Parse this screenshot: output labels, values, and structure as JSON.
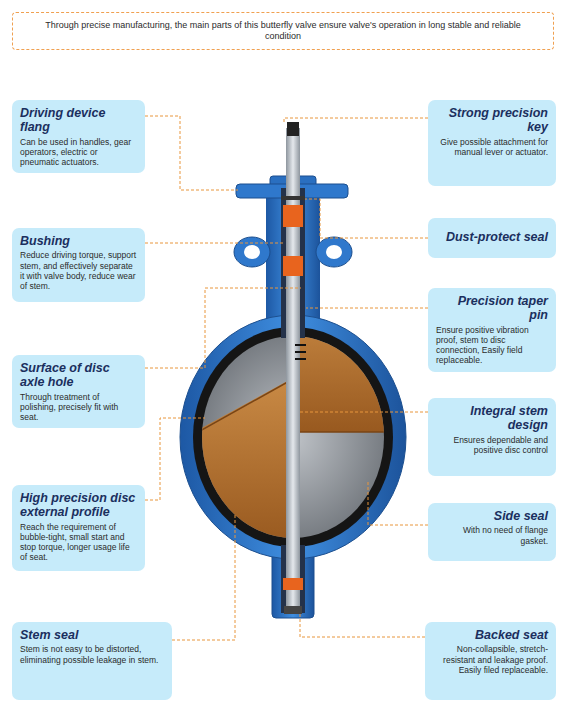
{
  "diagram": {
    "nodes": [
      {
        "text": [
          "Through precise manufacturing, the main parts of this butterfly valve ensure valve's operation in long stable and reliable condition"
        ]
      },
      {
        "text": [
          "Driving device flang",
          "Can be used in handles, gear operators, electric or pneumatic actuators."
        ]
      },
      {
        "text": [
          "Strong precision key",
          "Give possible attachment for manual lever or actuator."
        ]
      },
      {
        "text": [
          "Dust-protect seal"
        ]
      },
      {
        "text": [
          "Bushing",
          "Reduce driving torque, support stem, and effectively separate it with valve body, reduce wear of stem."
        ]
      },
      {
        "text": [
          "Precision taper pin",
          "Ensure positive vibration proof, stem to disc connection, Easily field replaceable."
        ]
      },
      {
        "text": [
          "Surface of disc axle hole",
          "Through treatment of polishing, precisely fit with seat."
        ]
      },
      {
        "text": [
          "Integral stem design",
          "Ensures dependable and positive disc control"
        ]
      },
      {
        "text": [
          "High precision disc external profile",
          "Reach the requirement of bubble-tight, small start and stop torque, longer usage life of seat."
        ]
      },
      {
        "text": [
          "Side seal",
          "With no need of flange gasket."
        ]
      },
      {
        "text": [
          "Stem seal",
          "Stem is not easy to be distorted, eliminating possible leakage in stem."
        ]
      },
      {
        "text": [
          "Backed seat",
          "Non-collapsible, stretch-resistant and leakage proof. Easily filed replaceable."
        ]
      }
    ]
  }
}
